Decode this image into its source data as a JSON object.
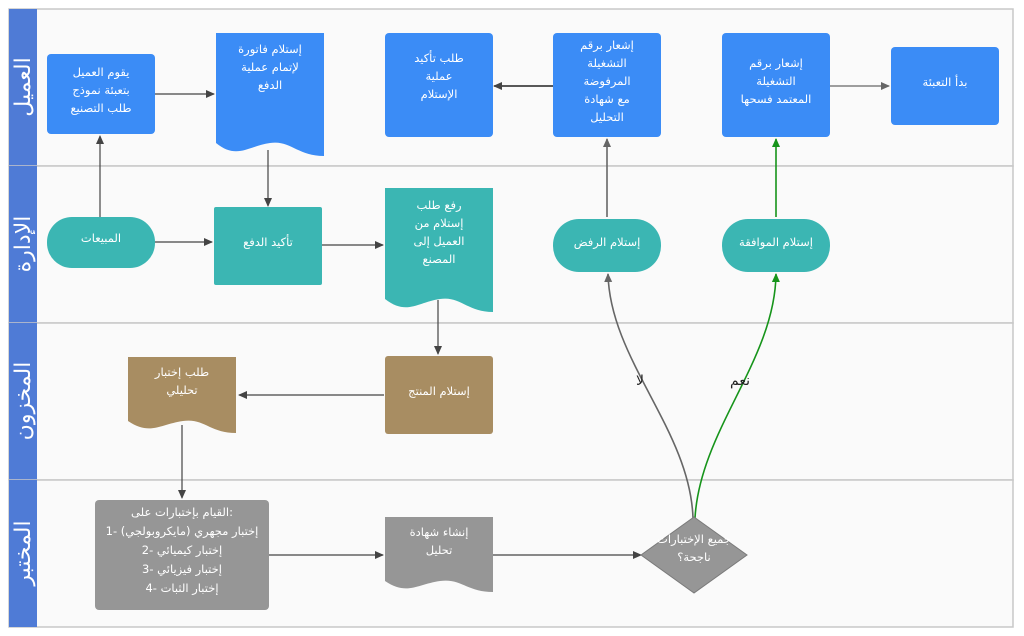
{
  "colors": {
    "lane_header": "#4f7bd6",
    "lane_body": "#fafafa",
    "lane_border": "#c8c8c8",
    "blue": "#3b8cf6",
    "teal": "#3bb6b3",
    "brown": "#a88d62",
    "gray": "#969696",
    "arrow_dark": "#555555",
    "arrow_green": "#16941a"
  },
  "lanes": [
    {
      "id": "customer",
      "title": "العميل"
    },
    {
      "id": "management",
      "title": "الإدارة"
    },
    {
      "id": "warehouse",
      "title": "المخزون"
    },
    {
      "id": "lab",
      "title": "المختبر"
    }
  ],
  "nodes": {
    "start_filling": {
      "lines": [
        "بدأ التعبئة"
      ],
      "shape": "rect",
      "color": "blue"
    },
    "notify_approved": {
      "lines": [
        "إشعار برقم",
        "التشغيلة",
        "المعتمد فسحها"
      ],
      "shape": "rect",
      "color": "blue"
    },
    "notify_rejected": {
      "lines": [
        "إشعار برقم",
        "التشغيلة",
        "المرفوضة",
        "مع شهادة",
        "التحليل"
      ],
      "shape": "rect",
      "color": "blue"
    },
    "request_receipt": {
      "lines": [
        "طلب تأكيد",
        "عملية",
        "الإستلام"
      ],
      "shape": "rect",
      "color": "blue"
    },
    "receive_invoice": {
      "lines": [
        "إستلام فاتورة",
        "لإتمام عملية",
        "الدفع"
      ],
      "shape": "doc",
      "color": "blue"
    },
    "customer_fills": {
      "lines": [
        "يقوم العميل",
        "بتعبئة نموذج",
        "طلب التصنيع"
      ],
      "shape": "rect",
      "color": "blue"
    },
    "sales": {
      "lines": [
        "المبيعات"
      ],
      "shape": "pill",
      "color": "teal"
    },
    "confirm_payment": {
      "lines": [
        "تأكيد الدفع"
      ],
      "shape": "rect",
      "color": "teal"
    },
    "raise_request": {
      "lines": [
        "رفع طلب",
        "إستلام من",
        "العميل إلى",
        "المصنع"
      ],
      "shape": "doc",
      "color": "teal"
    },
    "receive_rejection": {
      "lines": [
        "إستلام الرفض"
      ],
      "shape": "pill",
      "color": "teal"
    },
    "receive_approval": {
      "lines": [
        "إستلام الموافقة"
      ],
      "shape": "pill",
      "color": "teal"
    },
    "request_test": {
      "lines": [
        "طلب إختبار",
        "تحليلي"
      ],
      "shape": "doc",
      "color": "brown"
    },
    "receive_product": {
      "lines": [
        "إستلام المنتج"
      ],
      "shape": "rect",
      "color": "brown"
    },
    "perform_tests": {
      "lines": [
        "القيام بإختبارات على:",
        "1-  إختبار مجهري (مايكروبولجي)",
        "2-  إختبار كيميائي",
        "3-  إختبار فيزيائي",
        "4-  إختبار الثبات"
      ],
      "shape": "rect",
      "color": "gray"
    },
    "create_certificate": {
      "lines": [
        "إنشاء شهادة",
        "تحليل"
      ],
      "shape": "doc",
      "color": "gray"
    },
    "all_tests_passed": {
      "lines": [
        "جميع الإختبارات",
        "ناجحة؟"
      ],
      "shape": "diamond",
      "color": "gray"
    }
  },
  "edges": {
    "no_label": "لا",
    "yes_label": "نعم"
  }
}
